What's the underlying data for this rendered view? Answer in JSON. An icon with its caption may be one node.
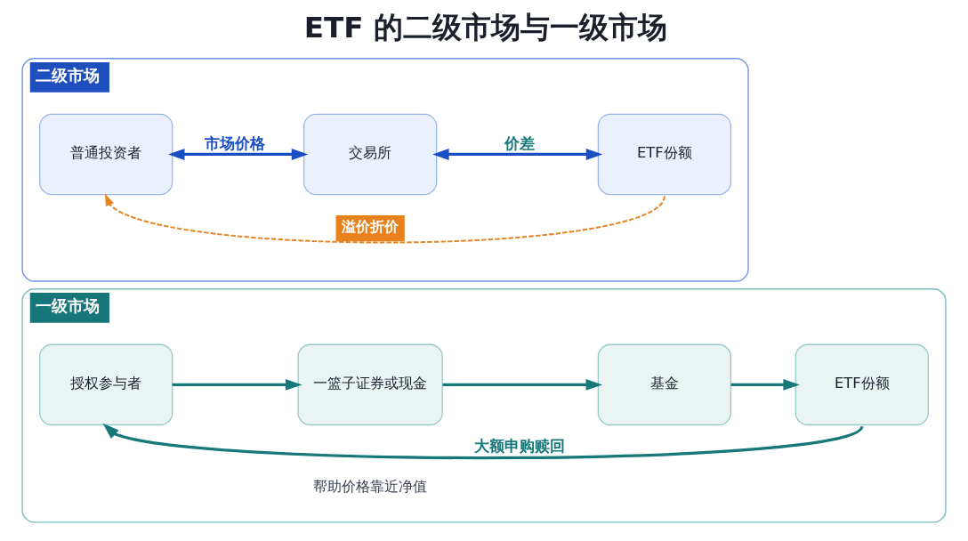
{
  "diagram": {
    "title": "ETF 的二级市场与一级市场",
    "nodes": [
      {
        "text": [
          "二级市场"
        ]
      },
      {
        "text": [
          "普通投资者"
        ],
        "in": 0
      },
      {
        "text": [
          "交易所"
        ],
        "in": 0
      },
      {
        "text": [
          "ETF份额"
        ],
        "in": 0
      },
      {
        "text": [
          "一级市场"
        ]
      },
      {
        "text": [
          "授权参与者"
        ],
        "in": 4
      },
      {
        "text": [
          "一篮子证券或现金"
        ],
        "in": 4
      },
      {
        "text": [
          "基金"
        ],
        "in": 4
      },
      {
        "text": [
          "ETF份额"
        ],
        "in": 4
      }
    ],
    "edges": [
      {
        "from": 1,
        "to": 2,
        "arrow": "both",
        "label": "市场价格",
        "color": "#1a4fc4"
      },
      {
        "from": 2,
        "to": 3,
        "arrow": "both",
        "label": "价差",
        "color": "#1a4fc4"
      },
      {
        "from": 3,
        "to": 1,
        "arrow": "to",
        "label": "溢价折价",
        "style": "dashed",
        "color": "#e8821c"
      },
      {
        "from": 5,
        "to": 6,
        "arrow": "to"
      },
      {
        "from": 6,
        "to": 7,
        "arrow": "to"
      },
      {
        "from": 7,
        "to": 8,
        "arrow": "to"
      },
      {
        "from": 8,
        "to": 5,
        "arrow": "to",
        "label": "大额申购赎回"
      }
    ],
    "labels": [
      "帮助价格靠近净值"
    ]
  }
}
